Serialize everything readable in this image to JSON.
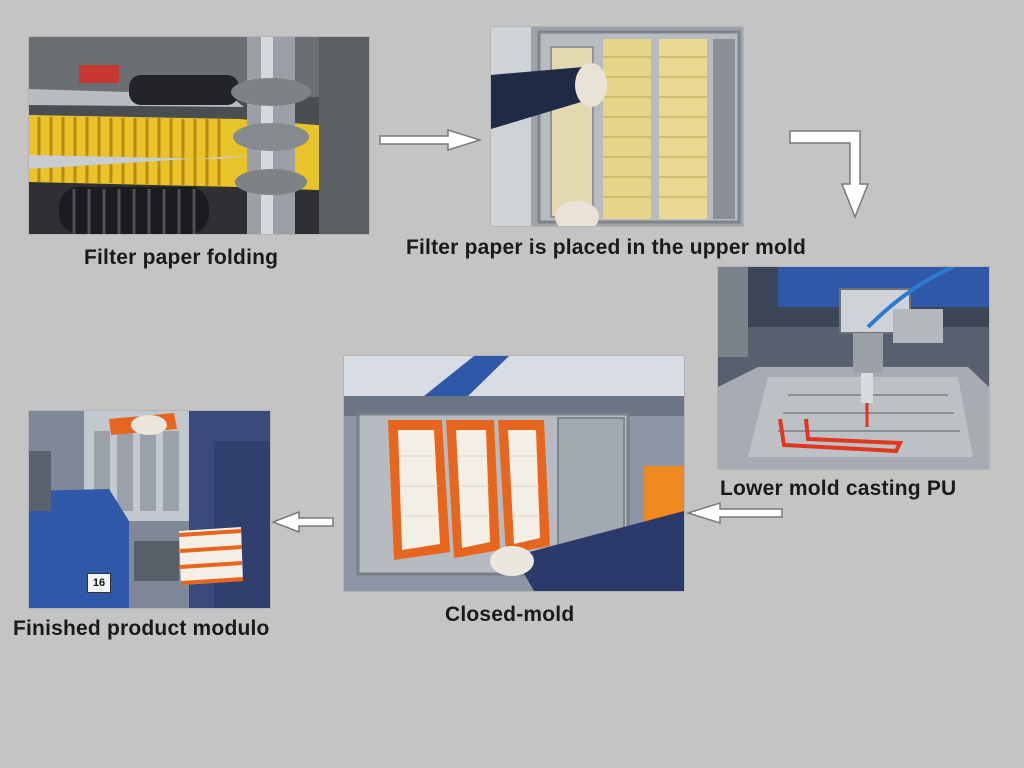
{
  "steps": [
    {
      "id": "folding",
      "caption": "Filter paper folding"
    },
    {
      "id": "upper-mold",
      "caption": "Filter paper is placed in the upper mold"
    },
    {
      "id": "casting",
      "caption": "Lower mold casting PU"
    },
    {
      "id": "closed-mold",
      "caption": "Closed-mold"
    },
    {
      "id": "finished",
      "caption": "Finished product modulo"
    }
  ],
  "machine_tag": "16",
  "colors": {
    "background": "#c4c4c4",
    "filter_paper": "#e8d27a",
    "pu_frame": "#e8651e",
    "machine_blue": "#2f58a8",
    "steel": "#8f949a",
    "arrow_fill": "#ffffff"
  }
}
